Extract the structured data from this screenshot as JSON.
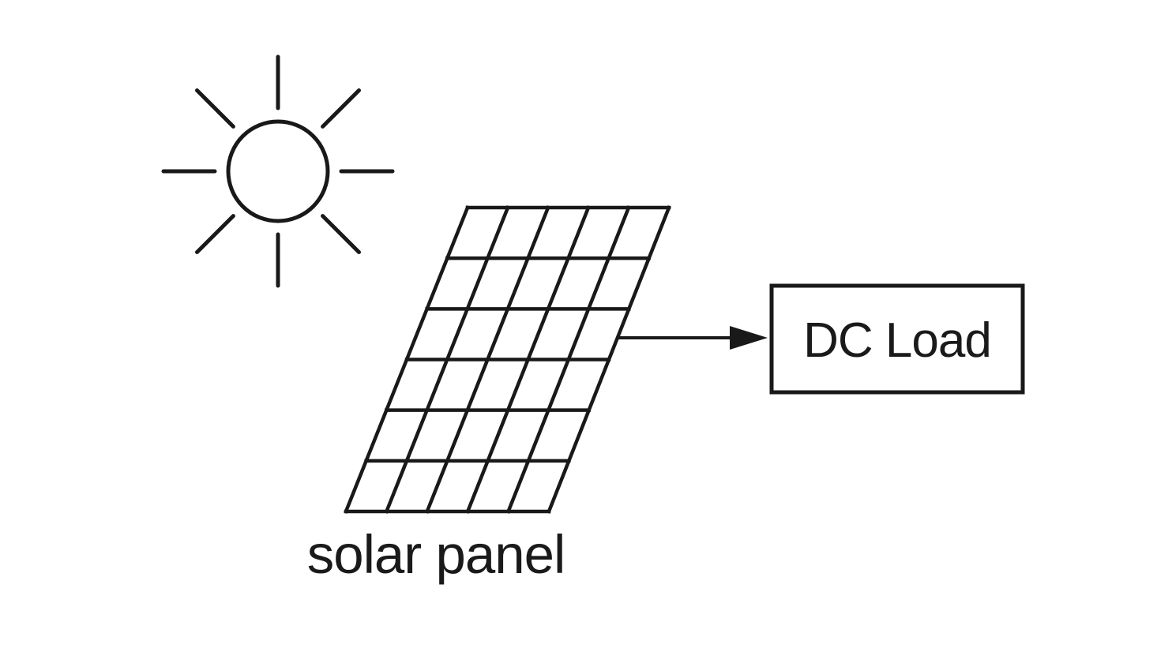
{
  "colors": {
    "background": "#ffffff",
    "line": "#191919",
    "text": "#1a1a1a"
  },
  "diagram": {
    "sun": {
      "icon": "sun-icon",
      "rays": 8
    },
    "solar_panel": {
      "label": "solar panel",
      "grid_columns": 5,
      "grid_rows": 6
    },
    "arrow": {
      "from": "solar panel",
      "to": "DC Load",
      "direction": "right"
    },
    "dc_load": {
      "label": "DC Load"
    }
  }
}
